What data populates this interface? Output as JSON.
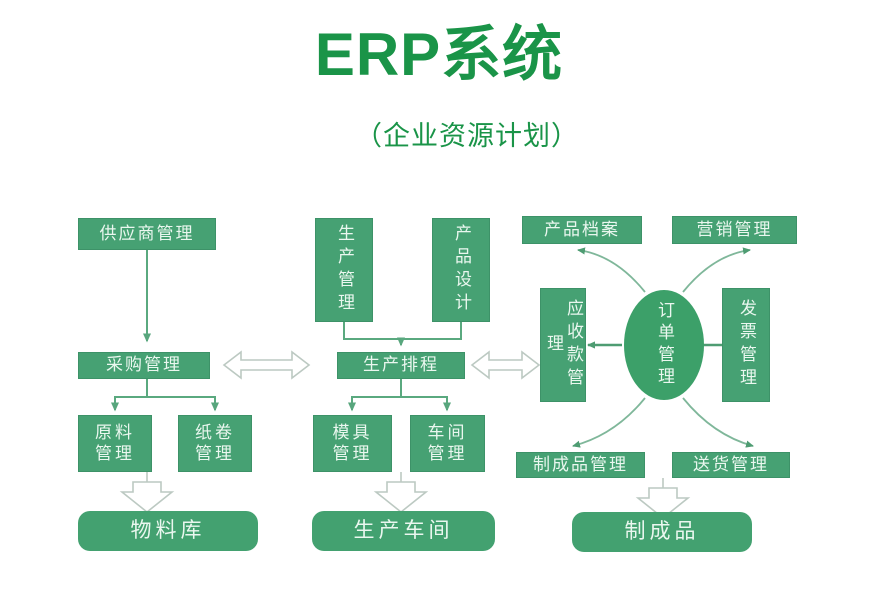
{
  "title": {
    "main": "ERP系统",
    "sub": "（企业资源计划）",
    "color": "#1a9448"
  },
  "theme": {
    "node_fill": "#46a173",
    "node_fill_rounded": "#43a170",
    "node_text": "#eaf7ef",
    "connector": "#5aa97f",
    "outline_arrow_stroke": "#b9c6be"
  },
  "diagram": {
    "type": "flowchart",
    "columns": [
      {
        "name": "procurement",
        "nodes": [
          {
            "id": "supplier-mgmt",
            "label": "供应商管理",
            "shape": "rect"
          },
          {
            "id": "purchase-mgmt",
            "label": "采购管理",
            "shape": "rect"
          },
          {
            "id": "material-mgmt",
            "label": "原料\n管理",
            "shape": "rect"
          },
          {
            "id": "paper-roll-mgmt",
            "label": "纸卷\n管理",
            "shape": "rect"
          },
          {
            "id": "material-warehouse",
            "label": "物料库",
            "shape": "rounded"
          }
        ]
      },
      {
        "name": "production",
        "nodes": [
          {
            "id": "production-mgmt",
            "label": "生产管理",
            "shape": "rect-vertical"
          },
          {
            "id": "product-design",
            "label": "产品设计",
            "shape": "rect-vertical"
          },
          {
            "id": "production-schedule",
            "label": "生产排程",
            "shape": "rect"
          },
          {
            "id": "mold-mgmt",
            "label": "模具\n管理",
            "shape": "rect"
          },
          {
            "id": "workshop-mgmt",
            "label": "车间\n管理",
            "shape": "rect"
          },
          {
            "id": "production-workshop",
            "label": "生产车间",
            "shape": "rounded"
          }
        ]
      },
      {
        "name": "sales",
        "nodes": [
          {
            "id": "product-archive",
            "label": "产品档案",
            "shape": "rect"
          },
          {
            "id": "marketing-mgmt",
            "label": "营销管理",
            "shape": "rect"
          },
          {
            "id": "receivable-mgmt",
            "label": "应收款管理",
            "shape": "rect-vertical"
          },
          {
            "id": "order-mgmt",
            "label": "订单管理",
            "shape": "ellipse"
          },
          {
            "id": "invoice-mgmt",
            "label": "发票管理",
            "shape": "rect-vertical"
          },
          {
            "id": "finished-goods-mgmt",
            "label": "制成品管理",
            "shape": "rect"
          },
          {
            "id": "delivery-mgmt",
            "label": "送货管理",
            "shape": "rect"
          },
          {
            "id": "finished-goods",
            "label": "制成品",
            "shape": "rounded"
          }
        ]
      }
    ],
    "connections": [
      {
        "from": "supplier-mgmt",
        "to": "purchase-mgmt",
        "style": "line-arrow"
      },
      {
        "from": "purchase-mgmt",
        "to": "material-mgmt",
        "style": "line-arrow"
      },
      {
        "from": "purchase-mgmt",
        "to": "paper-roll-mgmt",
        "style": "line-arrow"
      },
      {
        "from": "material-mgmt+paper-roll-mgmt",
        "to": "material-warehouse",
        "style": "block-arrow-down"
      },
      {
        "from": "production-mgmt",
        "to": "production-schedule",
        "style": "line-arrow"
      },
      {
        "from": "product-design",
        "to": "production-schedule",
        "style": "line-arrow"
      },
      {
        "from": "production-schedule",
        "to": "mold-mgmt",
        "style": "line-arrow"
      },
      {
        "from": "production-schedule",
        "to": "workshop-mgmt",
        "style": "line-arrow"
      },
      {
        "from": "mold-mgmt+workshop-mgmt",
        "to": "production-workshop",
        "style": "block-arrow-down"
      },
      {
        "from": "purchase-mgmt",
        "to": "production-schedule",
        "style": "block-arrow-double"
      },
      {
        "from": "production-schedule",
        "to": "receivable-mgmt",
        "style": "block-arrow-double"
      },
      {
        "from": "order-mgmt",
        "to": "receivable-mgmt",
        "style": "line-arrow"
      },
      {
        "from": "order-mgmt",
        "to": "invoice-mgmt",
        "style": "line-arrow"
      },
      {
        "from": "order-mgmt",
        "to": "product-archive",
        "style": "curve-arrow"
      },
      {
        "from": "order-mgmt",
        "to": "marketing-mgmt",
        "style": "curve-arrow"
      },
      {
        "from": "order-mgmt",
        "to": "finished-goods-mgmt",
        "style": "curve-arrow"
      },
      {
        "from": "order-mgmt",
        "to": "delivery-mgmt",
        "style": "curve-arrow"
      },
      {
        "from": "finished-goods-mgmt+delivery-mgmt",
        "to": "finished-goods",
        "style": "block-arrow-down"
      }
    ]
  }
}
